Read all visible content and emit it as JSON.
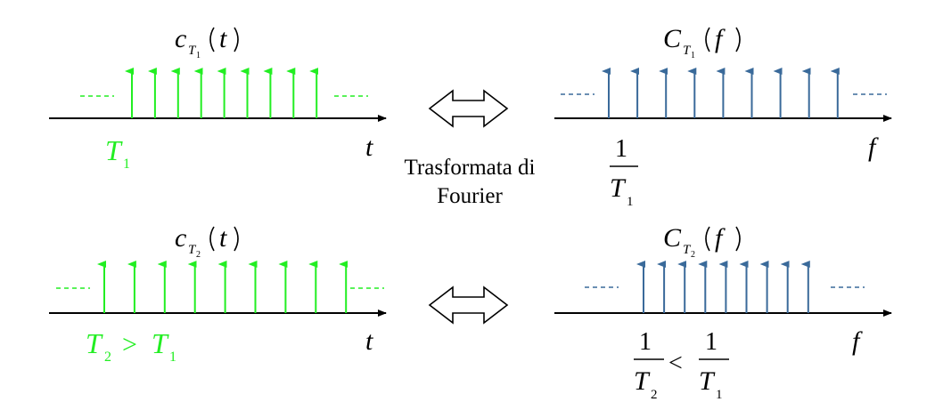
{
  "colors": {
    "time_impulse": "#22ee22",
    "freq_impulse": "#3a6a9a",
    "axis": "#000000",
    "text": "#000000",
    "green_text": "#22ee22"
  },
  "center": {
    "line1": "Trasformata di",
    "line2": "Fourier",
    "arrow_icon": "double-arrow-icon"
  },
  "plots": {
    "top_time": {
      "title_func": "c",
      "title_sub": "T",
      "title_subsub": "1",
      "title_arg": "t",
      "axis_label": "t",
      "period_label": "T",
      "period_sub": "1",
      "dashes": "----"
    },
    "top_freq": {
      "title_func": "C",
      "title_sub": "T",
      "title_subsub": "1",
      "title_arg": "f",
      "axis_label": "f",
      "frac_num": "1",
      "frac_den": "T",
      "frac_den_sub": "1",
      "dashes": "----"
    },
    "bottom_time": {
      "title_func": "c",
      "title_sub": "T",
      "title_subsub": "2",
      "title_arg": "t",
      "axis_label": "t",
      "period_label_a": "T",
      "period_sub_a": "2",
      "relation": ">",
      "period_label_b": "T",
      "period_sub_b": "1",
      "dashes": "----"
    },
    "bottom_freq": {
      "title_func": "C",
      "title_sub": "T",
      "title_subsub": "2",
      "title_arg": "f",
      "axis_label": "f",
      "frac1_num": "1",
      "frac1_den": "T",
      "frac1_den_sub": "2",
      "relation": "<",
      "frac2_num": "1",
      "frac2_den": "T",
      "frac2_den_sub": "1",
      "dashes": "----"
    }
  }
}
